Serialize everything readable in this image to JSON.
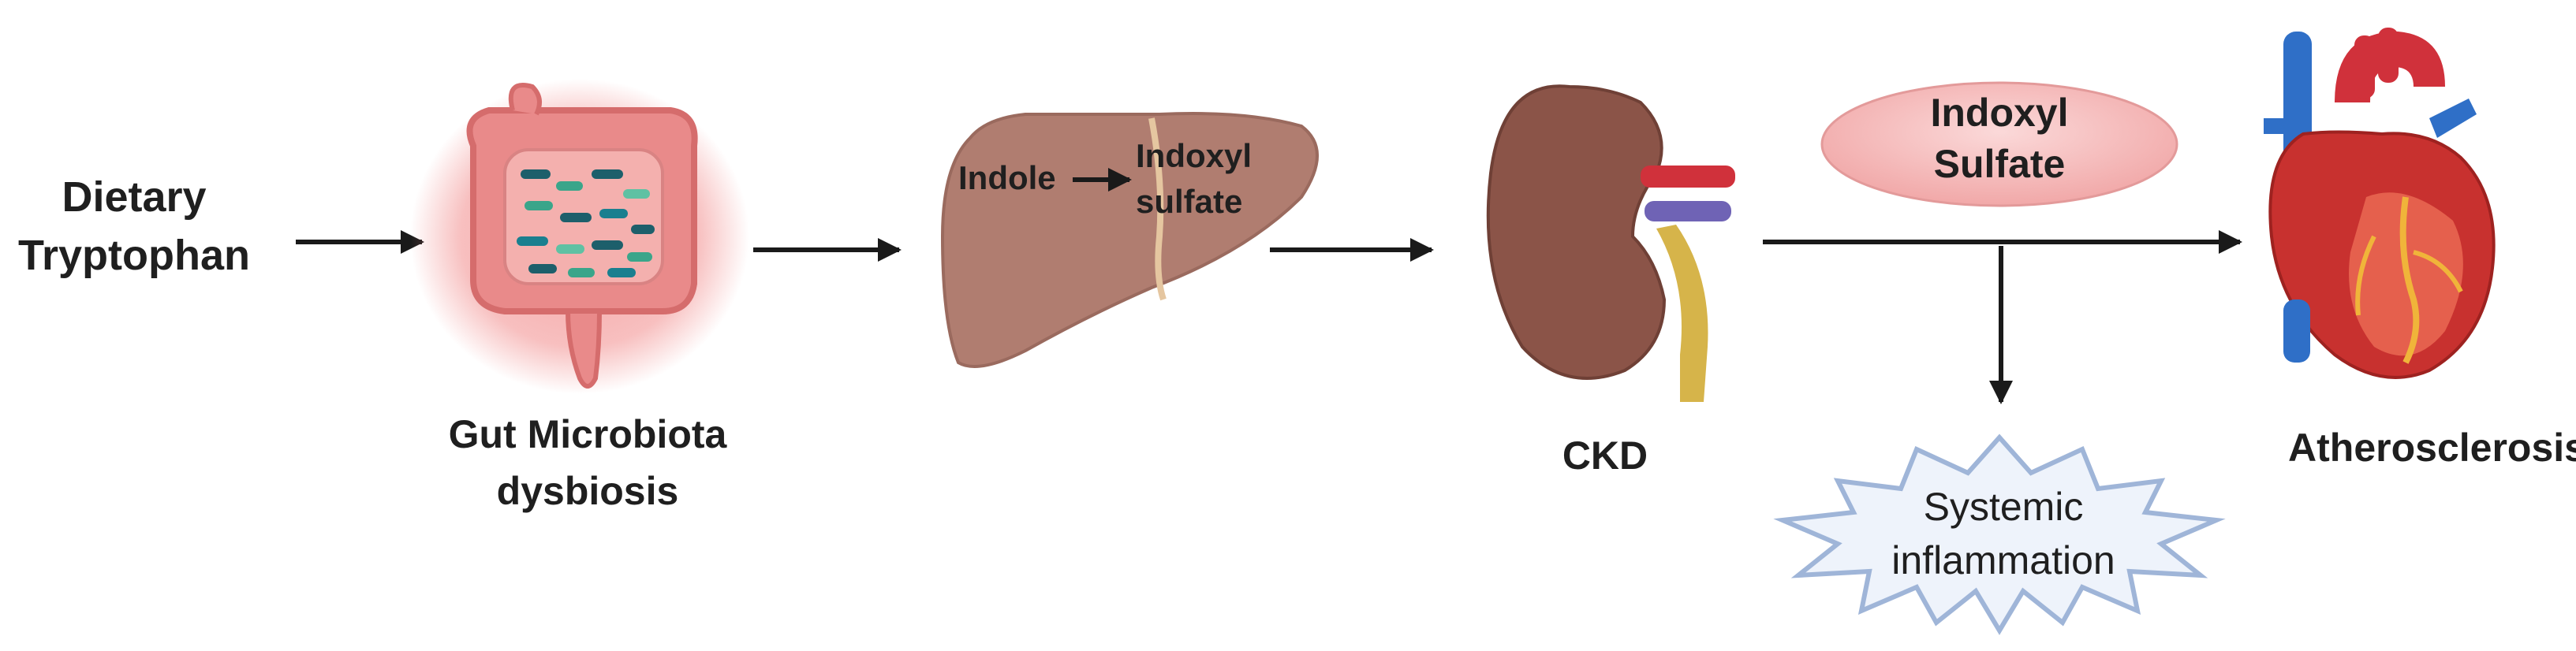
{
  "diagram": {
    "nodes": {
      "dietary_tryptophan": {
        "line1": "Dietary",
        "line2": "Tryptophan"
      },
      "gut": {
        "line1": "Gut Microbiota",
        "line2": "dysbiosis"
      },
      "liver": {
        "indole": "Indole",
        "indoxyl_line1": "Indoxyl",
        "indoxyl_line2": "sulfate"
      },
      "ckd": {
        "label": "CKD"
      },
      "indoxyl_sulfate_pill": {
        "line1": "Indoxyl",
        "line2": "Sulfate"
      },
      "inflammation": {
        "line1": "Systemic",
        "line2": "inflammation"
      },
      "atherosclerosis": {
        "label": "Atherosclerosis"
      }
    }
  },
  "colors": {
    "arrow": "#1a1a1a",
    "liver": "#b07d70",
    "kidney": "#8b5448",
    "pill": "#f3b7b7",
    "burst_stroke": "#9fb5d8",
    "gut_glow": "#f08080",
    "heart": "#c8312f"
  }
}
